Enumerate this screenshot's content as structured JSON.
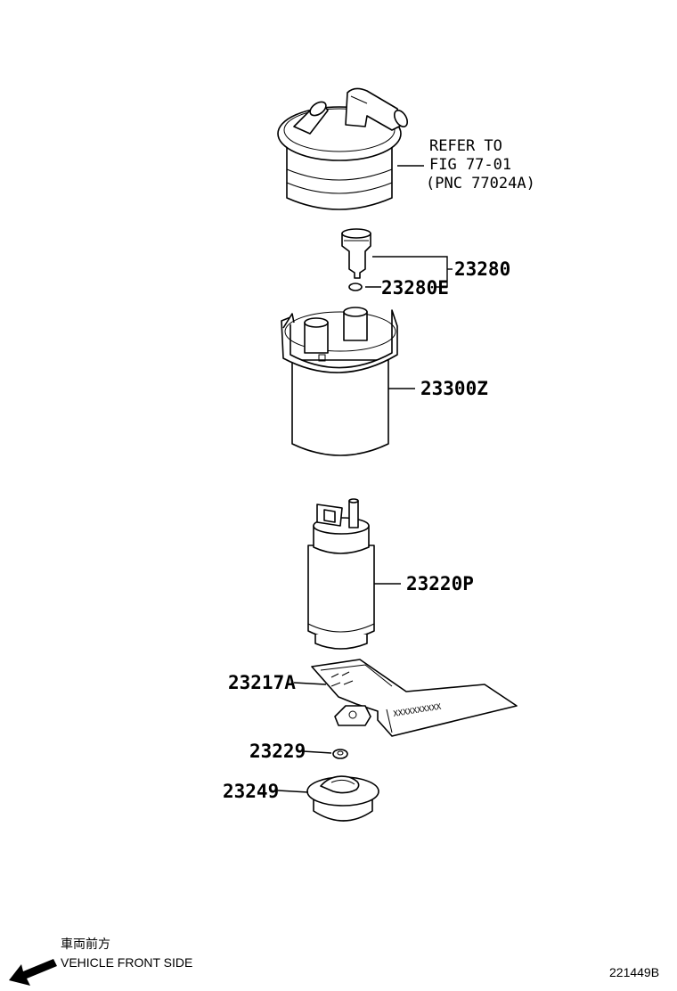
{
  "diagram": {
    "reference_note": {
      "line1": "REFER TO",
      "line2": "FIG 77-01",
      "line3": "(PNC 77024A)"
    },
    "parts": [
      {
        "id": "23280",
        "label": "23280"
      },
      {
        "id": "23280E",
        "label": "23280E"
      },
      {
        "id": "23300Z",
        "label": "23300Z"
      },
      {
        "id": "23220P",
        "label": "23220P"
      },
      {
        "id": "23217A",
        "label": "23217A"
      },
      {
        "id": "23229",
        "label": "23229"
      },
      {
        "id": "23249",
        "label": "23249"
      }
    ],
    "bracket_stamp": "XXXXXXXXXX",
    "footer": {
      "direction_jp": "車両前方",
      "direction_en": "VEHICLE FRONT SIDE",
      "figure_code": "221449B"
    }
  }
}
